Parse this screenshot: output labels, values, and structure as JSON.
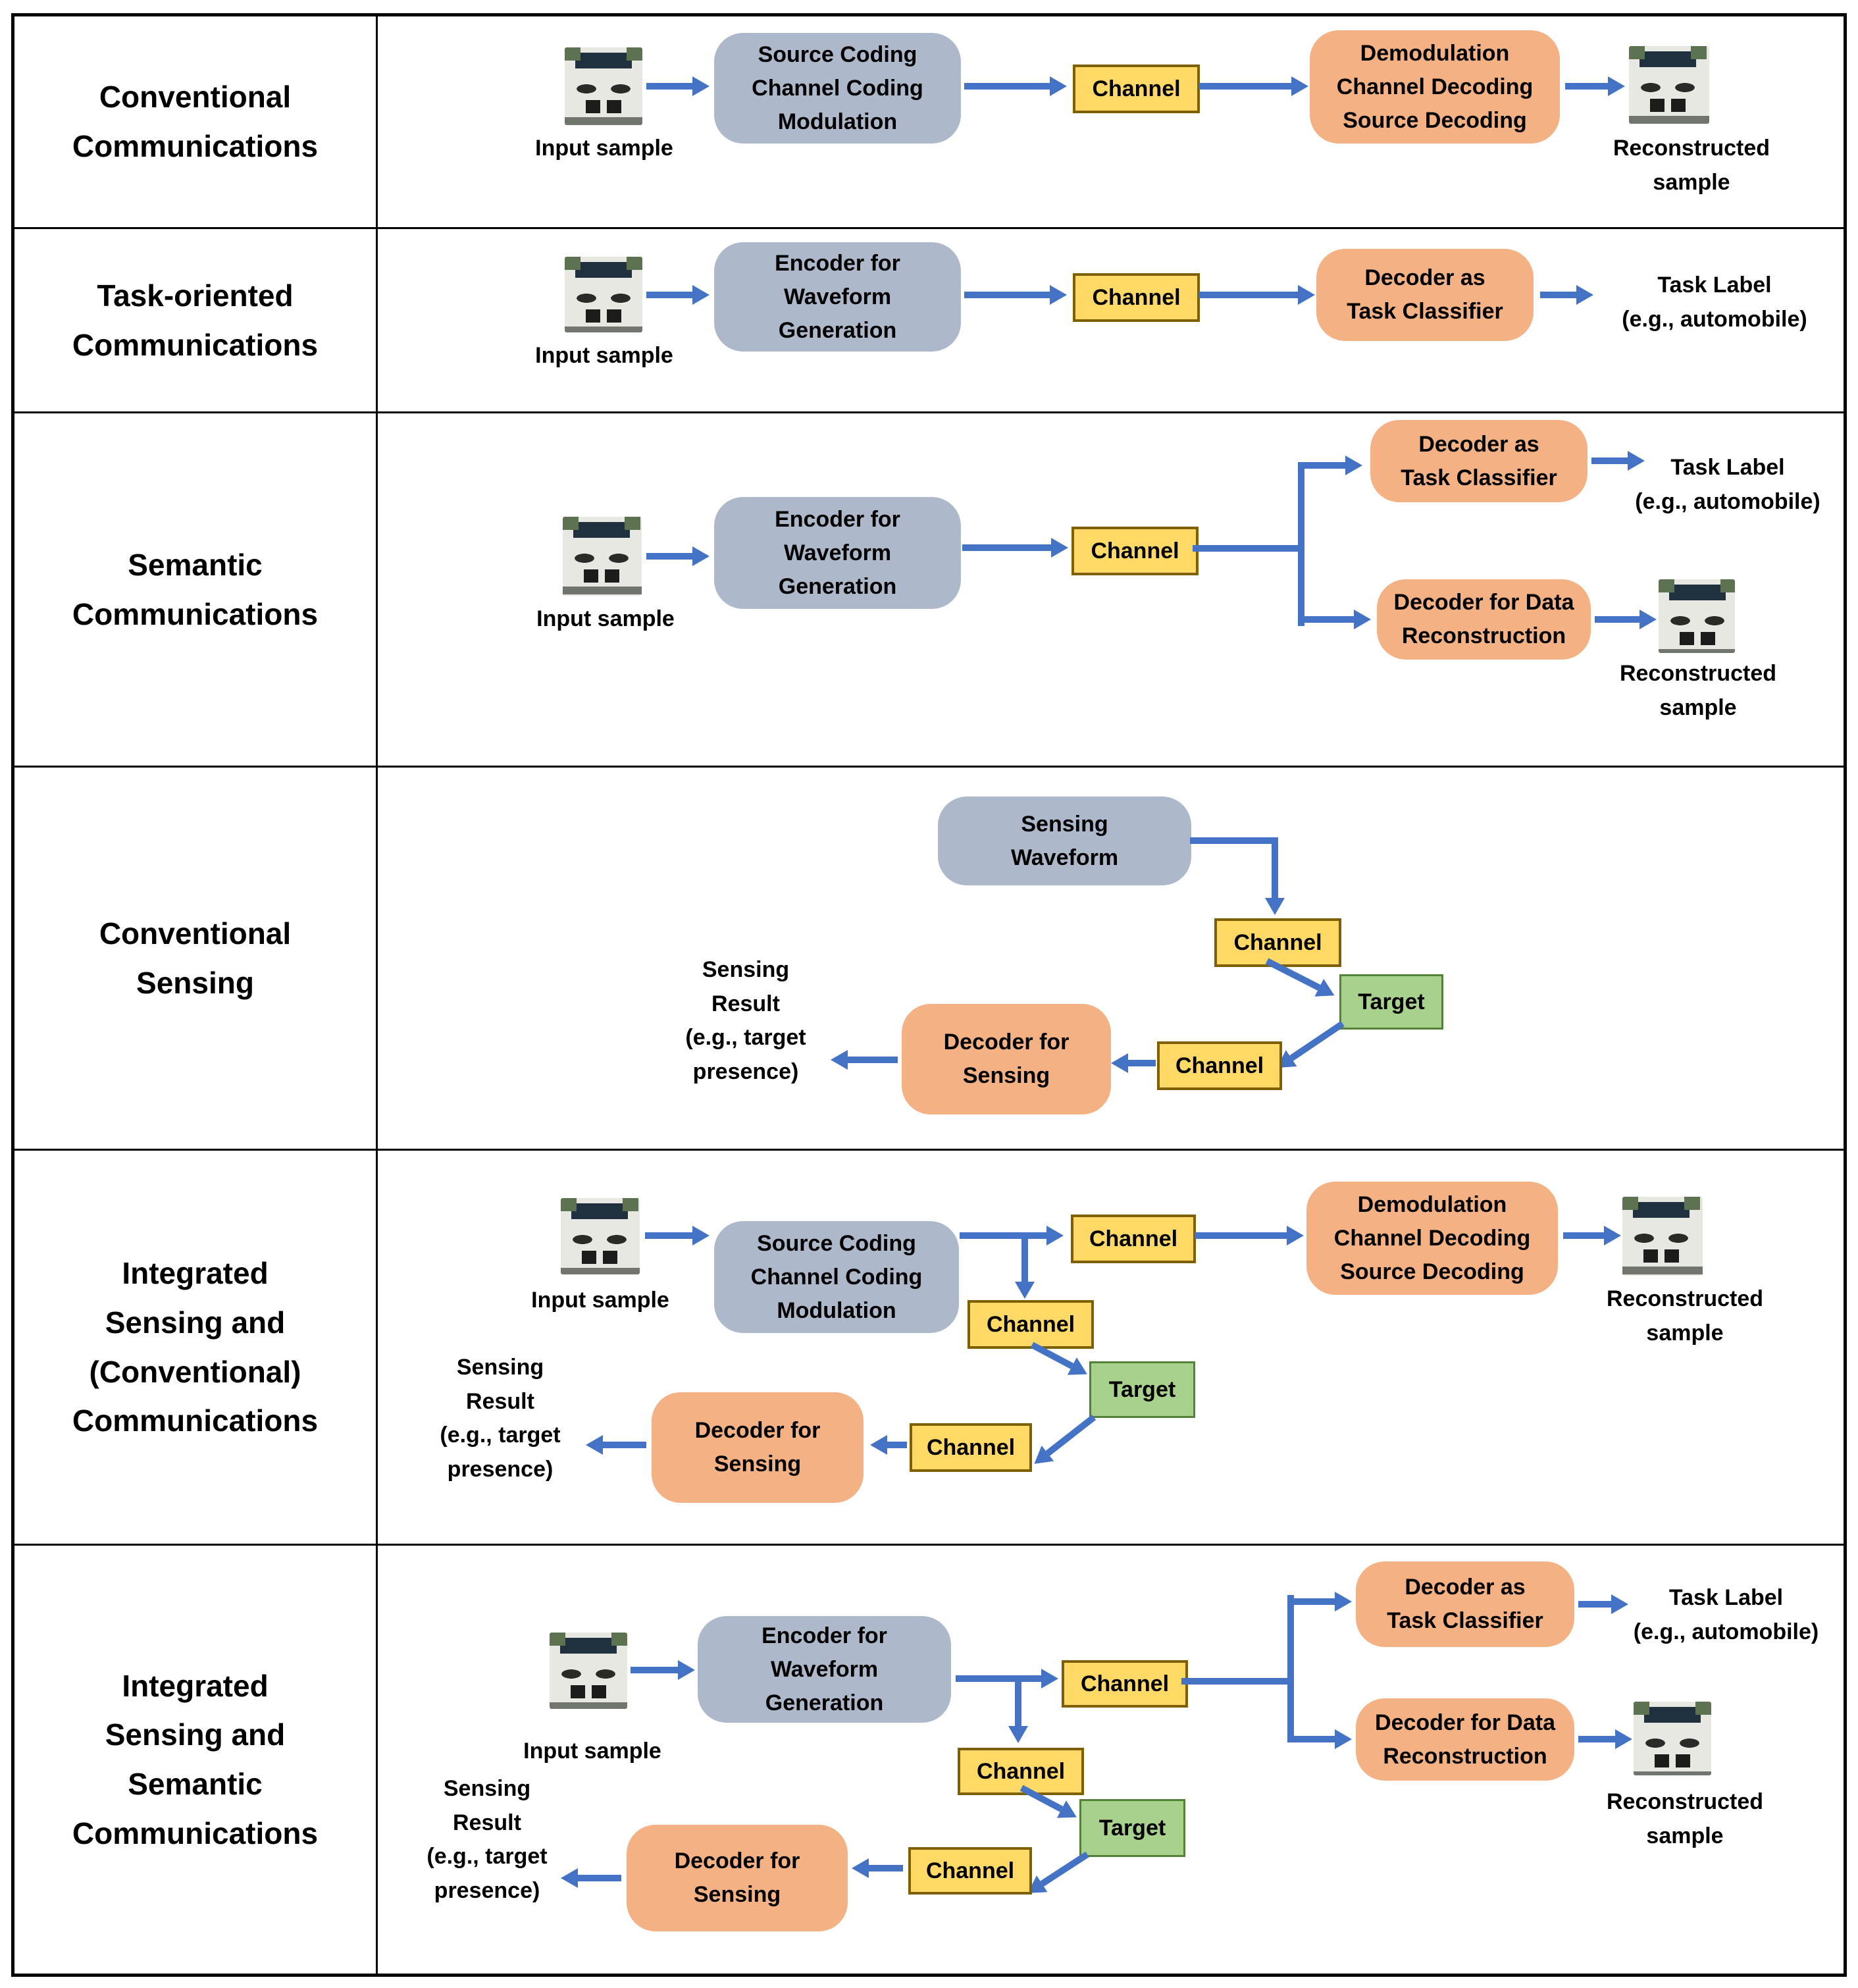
{
  "figure": {
    "type": "comparison-diagram",
    "topic": "communication and sensing paradigms"
  },
  "rows": [
    {
      "title": "Conventional\nCommunications"
    },
    {
      "title": "Task-oriented\nCommunications"
    },
    {
      "title": "Semantic\nCommunications"
    },
    {
      "title": "Conventional\nSensing"
    },
    {
      "title": "Integrated\nSensing and\n(Conventional)\nCommunications"
    },
    {
      "title": "Integrated\nSensing and\nSemantic\nCommunications"
    }
  ],
  "labels": {
    "input_sample": "Input sample",
    "reconstructed_sample": "Reconstructed\nsample",
    "task_label": "Task Label\n(e.g., automobile)",
    "sensing_result": "Sensing\nResult\n(e.g., target\npresence)",
    "channel": "Channel",
    "target": "Target"
  },
  "boxes": {
    "conventional_tx": "Source Coding\nChannel Coding\nModulation",
    "conventional_rx": "Demodulation\nChannel Decoding\nSource Decoding",
    "semantic_encoder": "Encoder for\nWaveform\nGeneration",
    "task_decoder": "Decoder as\nTask Classifier",
    "data_decoder": "Decoder for Data\nReconstruction",
    "sensing_decoder": "Decoder for\nSensing",
    "sensing_waveform": "Sensing\nWaveform"
  },
  "colors": {
    "encoder_fill": "#adb9ca",
    "decoder_fill": "#f4b183",
    "channel_fill": "#ffd966",
    "channel_border": "#7f6000",
    "target_fill": "#a9d18e",
    "target_border": "#538135",
    "arrow": "#4472c4",
    "grid": "#000000"
  }
}
